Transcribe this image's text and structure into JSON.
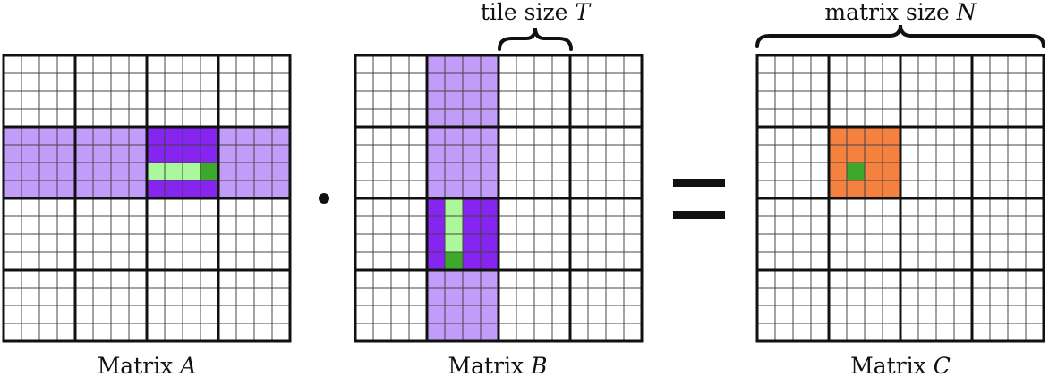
{
  "labels": {
    "tile_size": {
      "text": "tile size ",
      "var": "T"
    },
    "matrix_size": {
      "text": "matrix size ",
      "var": "N"
    },
    "matrix_a": {
      "text": "Matrix ",
      "var": "A"
    },
    "matrix_b": {
      "text": "Matrix ",
      "var": "B"
    },
    "matrix_c": {
      "text": "Matrix ",
      "var": "C"
    }
  },
  "colors": {
    "tile_light": "#c29cf9",
    "tile_dark": "#8624f0",
    "strip_light_green": "#abf79c",
    "cell_green": "#3ea82d",
    "result_orange": "#f5813f",
    "grid_thin": "#444444",
    "grid_thick": "#111111"
  },
  "grid": {
    "cells_per_side": 16,
    "tiles_per_side": 4
  }
}
